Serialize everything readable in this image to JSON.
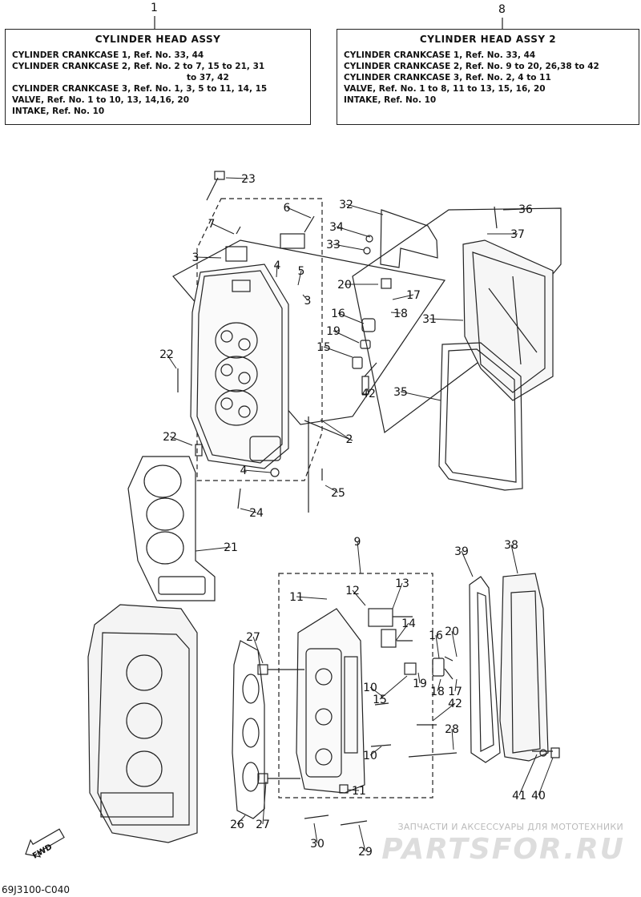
{
  "box1": {
    "group": "1",
    "title": "CYLINDER HEAD ASSY",
    "lines": [
      "CYLINDER CRANKCASE 1,  Ref. No. 33, 44",
      "CYLINDER CRANKCASE 2,  Ref. No. 2 to 7, 15 to 21, 31",
      "to 37, 42",
      "CYLINDER CRANKCASE 3,  Ref. No. 1, 3, 5 to 11, 14, 15",
      "VALVE,   Ref. No. 1 to 10, 13, 14,16, 20",
      "INTAKE,  Ref. No. 10"
    ]
  },
  "box8": {
    "group": "8",
    "title": "CYLINDER HEAD ASSY 2",
    "lines": [
      "CYLINDER CRANKCASE 1,  Ref. No. 33, 44",
      "CYLINDER CRANKCASE 2,  Ref. No. 9 to 20, 26,38 to 42",
      "CYLINDER CRANKCASE 3,  Ref. No. 2, 4 to 11",
      "VALVE,   Ref. No. 1 to 8, 11 to 13, 15, 16, 20",
      "INTAKE,  Ref. No. 10"
    ]
  },
  "callouts": [
    {
      "id": "23",
      "label": "23"
    },
    {
      "id": "6",
      "label": "6"
    },
    {
      "id": "7",
      "label": "7"
    },
    {
      "id": "3a",
      "label": "3"
    },
    {
      "id": "4a",
      "label": "4"
    },
    {
      "id": "5",
      "label": "5"
    },
    {
      "id": "3b",
      "label": "3"
    },
    {
      "id": "32",
      "label": "32"
    },
    {
      "id": "34",
      "label": "34"
    },
    {
      "id": "33",
      "label": "33"
    },
    {
      "id": "36",
      "label": "36"
    },
    {
      "id": "37",
      "label": "37"
    },
    {
      "id": "20a",
      "label": "20"
    },
    {
      "id": "17a",
      "label": "17"
    },
    {
      "id": "18a",
      "label": "18"
    },
    {
      "id": "16a",
      "label": "16"
    },
    {
      "id": "19a",
      "label": "19"
    },
    {
      "id": "15a",
      "label": "15"
    },
    {
      "id": "31",
      "label": "31"
    },
    {
      "id": "22a",
      "label": "22"
    },
    {
      "id": "42a",
      "label": "42"
    },
    {
      "id": "35",
      "label": "35"
    },
    {
      "id": "2",
      "label": "2"
    },
    {
      "id": "22b",
      "label": "22"
    },
    {
      "id": "4b",
      "label": "4"
    },
    {
      "id": "25",
      "label": "25"
    },
    {
      "id": "24",
      "label": "24"
    },
    {
      "id": "21",
      "label": "21"
    },
    {
      "id": "9",
      "label": "9"
    },
    {
      "id": "39",
      "label": "39"
    },
    {
      "id": "38",
      "label": "38"
    },
    {
      "id": "13",
      "label": "13"
    },
    {
      "id": "11a",
      "label": "11"
    },
    {
      "id": "12",
      "label": "12"
    },
    {
      "id": "14",
      "label": "14"
    },
    {
      "id": "27a",
      "label": "27"
    },
    {
      "id": "16b",
      "label": "16"
    },
    {
      "id": "20b",
      "label": "20"
    },
    {
      "id": "10a",
      "label": "10"
    },
    {
      "id": "19b",
      "label": "19"
    },
    {
      "id": "18b",
      "label": "18"
    },
    {
      "id": "17b",
      "label": "17"
    },
    {
      "id": "15b",
      "label": "15"
    },
    {
      "id": "42b",
      "label": "42"
    },
    {
      "id": "28",
      "label": "28"
    },
    {
      "id": "10b",
      "label": "10"
    },
    {
      "id": "11b",
      "label": "11"
    },
    {
      "id": "41",
      "label": "41"
    },
    {
      "id": "40",
      "label": "40"
    },
    {
      "id": "26",
      "label": "26"
    },
    {
      "id": "27b",
      "label": "27"
    },
    {
      "id": "30",
      "label": "30"
    },
    {
      "id": "29",
      "label": "29"
    }
  ],
  "footer_code": "69J3100-C040",
  "fwd_label": "FWD",
  "watermark_text": "ЗАПЧАСТИ И АКСЕССУАРЫ ДЛЯ МОТОТЕХНИКИ",
  "watermark_logo": "PARTSFOR.RU"
}
